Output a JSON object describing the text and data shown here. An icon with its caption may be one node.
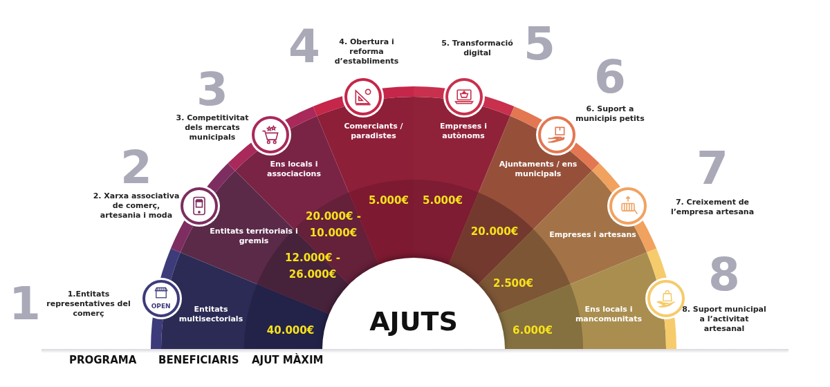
{
  "diagram": {
    "nodes": [
      {
        "text": [
          "AJUTS"
        ]
      },
      {
        "text": [
          "Entitats multisectorials",
          "40.000€"
        ]
      },
      {
        "text": [
          "Entitats territorials i gremis",
          "12.000€ - 26.000€"
        ]
      },
      {
        "text": [
          "Ens locals i associacions",
          "20.000€ - 10.000€"
        ]
      },
      {
        "text": [
          "Comerciants / paradistes",
          "5.000€"
        ]
      },
      {
        "text": [
          "Empreses i autònoms",
          "5.000€"
        ]
      },
      {
        "text": [
          "Ajuntaments / ens municipals",
          "20.000€"
        ]
      },
      {
        "text": [
          "Empreses i artesans",
          "2.500€"
        ]
      },
      {
        "text": [
          "Ens locals i mancomunitats",
          "6.000€"
        ]
      },
      {
        "text": [
          "OPEN"
        ],
        "beside": [
          "1",
          "1.Entitats representatives del comerç"
        ]
      },
      {
        "text": [],
        "shape": "circle",
        "beside": [
          "2",
          "2. Xarxa associativa de comerç, artesania i moda"
        ]
      },
      {
        "text": [],
        "shape": "circle",
        "beside": [
          "3",
          "3. Competitivitat dels mercats municipals"
        ]
      },
      {
        "text": [],
        "shape": "circle",
        "beside": [
          "4",
          "4. Obertura i reforma d’establiments"
        ]
      },
      {
        "text": [],
        "shape": "circle",
        "beside": [
          "5",
          "5. Transformació digital"
        ]
      },
      {
        "text": [],
        "shape": "circle",
        "beside": [
          "6",
          "6. Suport a municipis petits"
        ]
      },
      {
        "text": [],
        "shape": "circle",
        "beside": [
          "7",
          "7. Creixement de l’empresa artesana"
        ]
      },
      {
        "text": [],
        "shape": "circle",
        "beside": [
          "8",
          "8. Suport municipal a l’activitat artesanal"
        ]
      }
    ],
    "edges": [],
    "labels": [
      "PROGRAMA",
      "BENEFICIARIS",
      "AJUT MÀXIM"
    ]
  }
}
